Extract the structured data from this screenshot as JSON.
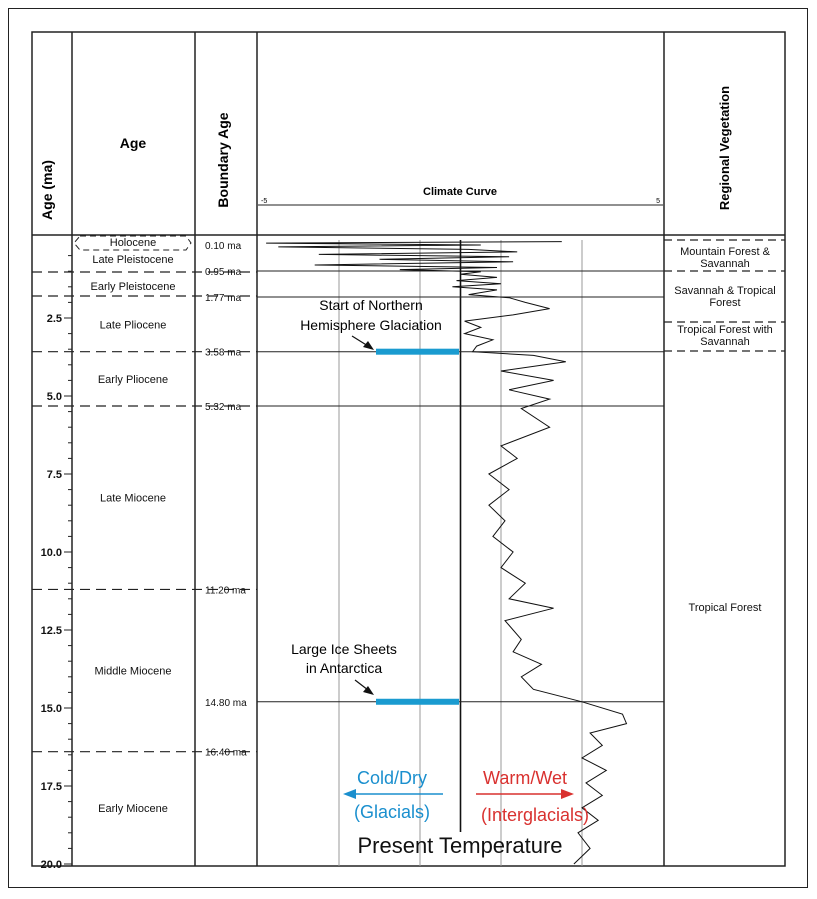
{
  "headers": {
    "age_ma": "Age (ma)",
    "age": "Age",
    "boundary_age": "Boundary Age",
    "climate_curve": "Climate Curve",
    "climate_min": "-5",
    "climate_max": "5",
    "vegetation": "Regional Vegetation"
  },
  "age_ticks": [
    {
      "label": "2.5",
      "value": 2.5
    },
    {
      "label": "5.0",
      "value": 5.0
    },
    {
      "label": "7.5",
      "value": 7.5
    },
    {
      "label": "10.0",
      "value": 10.0
    },
    {
      "label": "12.5",
      "value": 12.5
    },
    {
      "label": "15.0",
      "value": 15.0
    },
    {
      "label": "17.5",
      "value": 17.5
    },
    {
      "label": "20.0",
      "value": 20.0
    }
  ],
  "epochs": [
    {
      "name": "Holocene",
      "top": 0,
      "bottom": 0.12
    },
    {
      "name": "Late Pleistocene",
      "top": 0.12,
      "bottom": 1.1
    },
    {
      "name": "Early Pleistocene",
      "top": 1.1,
      "bottom": 1.85
    },
    {
      "name": "Late Pliocene",
      "top": 1.85,
      "bottom": 3.58
    },
    {
      "name": "Early Pliocene",
      "top": 3.58,
      "bottom": 5.32
    },
    {
      "name": "Late Miocene",
      "top": 5.32,
      "bottom": 11.2
    },
    {
      "name": "Middle Miocene",
      "top": 11.2,
      "bottom": 16.4
    },
    {
      "name": "Early Miocene",
      "top": 16.4,
      "bottom": 20.0
    }
  ],
  "boundaries": [
    {
      "label": "0.10 ma",
      "age": 0.1
    },
    {
      "label": "0.95 ma",
      "age": 0.95
    },
    {
      "label": "1.77 ma",
      "age": 1.77
    },
    {
      "label": "3.58 ma",
      "age": 3.58
    },
    {
      "label": "5.32 ma",
      "age": 5.32
    },
    {
      "label": "11.20 ma",
      "age": 11.2
    },
    {
      "label": "14.80 ma",
      "age": 14.8
    },
    {
      "label": "16.40 ma",
      "age": 16.4
    }
  ],
  "vegetation": [
    {
      "name": "Mountain Forest & Savannah",
      "top": 0.1,
      "bottom": 1.1
    },
    {
      "name": "Savannah & Tropical Forest",
      "top": 1.1,
      "bottom": 2.7
    },
    {
      "name": "Tropical Forest with Savannah",
      "top": 2.7,
      "bottom": 3.58
    },
    {
      "name": "Tropical Forest",
      "top": 3.58,
      "bottom": 20.0
    }
  ],
  "annotations": {
    "glaciation": "Start of Northern Hemisphere Glaciation",
    "ice_sheets": "Large Ice Sheets in Antarctica"
  },
  "legend": {
    "cold": "Cold/Dry",
    "glacials": "(Glacials)",
    "warm": "Warm/Wet",
    "interglacials": "(Interglacials)",
    "present": "Present Temperature"
  },
  "colors": {
    "cold": "#1a8fce",
    "warm": "#d9312f",
    "bars": "#1a9bd0"
  },
  "chart_data": {
    "type": "line",
    "xlim": [
      -5,
      5
    ],
    "ylim": [
      0,
      20
    ],
    "present_temperature": 0,
    "curve": [
      [
        0.05,
        2.5
      ],
      [
        0.1,
        -4.8
      ],
      [
        0.16,
        0.5
      ],
      [
        0.22,
        -4.5
      ],
      [
        0.3,
        0.2
      ],
      [
        0.38,
        1.4
      ],
      [
        0.46,
        -3.5
      ],
      [
        0.54,
        1.2
      ],
      [
        0.62,
        -2.0
      ],
      [
        0.7,
        1.3
      ],
      [
        0.8,
        -3.6
      ],
      [
        0.88,
        0.9
      ],
      [
        0.95,
        -1.5
      ],
      [
        1.02,
        0.5
      ],
      [
        1.1,
        0.0
      ],
      [
        1.2,
        0.9
      ],
      [
        1.3,
        -0.1
      ],
      [
        1.4,
        1.0
      ],
      [
        1.5,
        -0.2
      ],
      [
        1.6,
        0.9
      ],
      [
        1.75,
        0.2
      ],
      [
        1.85,
        1.2
      ],
      [
        2.0,
        1.6
      ],
      [
        2.2,
        2.2
      ],
      [
        2.4,
        1.3
      ],
      [
        2.6,
        0.1
      ],
      [
        2.8,
        0.5
      ],
      [
        3.0,
        0.1
      ],
      [
        3.2,
        0.8
      ],
      [
        3.4,
        0.4
      ],
      [
        3.58,
        0.3
      ],
      [
        3.7,
        1.8
      ],
      [
        3.9,
        2.6
      ],
      [
        4.2,
        1.0
      ],
      [
        4.5,
        2.3
      ],
      [
        4.8,
        1.2
      ],
      [
        5.1,
        2.2
      ],
      [
        5.4,
        1.5
      ],
      [
        6.0,
        2.2
      ],
      [
        6.6,
        1.0
      ],
      [
        7.0,
        1.4
      ],
      [
        7.5,
        0.7
      ],
      [
        8.0,
        1.2
      ],
      [
        8.5,
        0.7
      ],
      [
        9.0,
        1.1
      ],
      [
        9.5,
        0.8
      ],
      [
        10.0,
        1.3
      ],
      [
        10.5,
        1.0
      ],
      [
        11.0,
        1.6
      ],
      [
        11.5,
        1.2
      ],
      [
        11.8,
        2.3
      ],
      [
        12.2,
        1.1
      ],
      [
        12.8,
        1.5
      ],
      [
        13.2,
        1.3
      ],
      [
        13.6,
        2.0
      ],
      [
        14.0,
        1.5
      ],
      [
        14.4,
        1.8
      ],
      [
        14.8,
        3.0
      ],
      [
        15.2,
        4.0
      ],
      [
        15.5,
        4.1
      ],
      [
        15.8,
        3.2
      ],
      [
        16.2,
        3.5
      ],
      [
        16.6,
        3.0
      ],
      [
        17.0,
        3.6
      ],
      [
        17.4,
        3.1
      ],
      [
        17.8,
        3.5
      ],
      [
        18.2,
        3.0
      ],
      [
        18.6,
        3.4
      ],
      [
        19.0,
        2.9
      ],
      [
        19.5,
        3.2
      ],
      [
        20.0,
        2.8
      ]
    ]
  }
}
